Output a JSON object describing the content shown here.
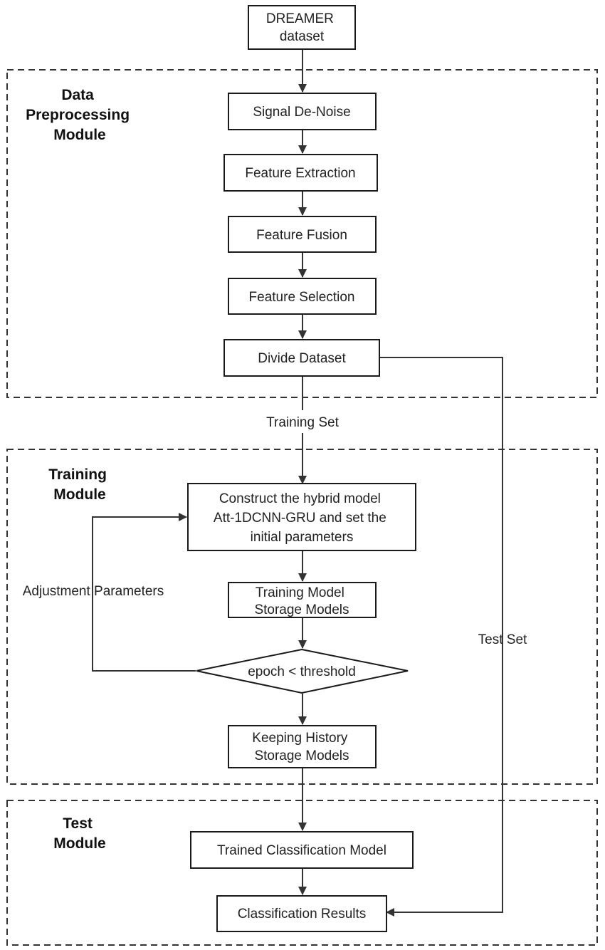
{
  "modules": {
    "preprocessing": [
      "Data",
      "Preprocessing",
      "Module"
    ],
    "training": [
      "Training",
      "Module"
    ],
    "test": [
      "Test",
      "Module"
    ]
  },
  "nodes": {
    "dataset": [
      "DREAMER",
      "dataset"
    ],
    "denoise": [
      "Signal De-Noise"
    ],
    "extraction": [
      "Feature Extraction"
    ],
    "fusion": [
      "Feature Fusion"
    ],
    "selection": [
      "Feature  Selection"
    ],
    "divide": [
      "Divide  Dataset"
    ],
    "construct": [
      "Construct the hybrid model",
      "Att-1DCNN-GRU and set the",
      "initial parameters"
    ],
    "train": [
      "Training Model",
      "Storage Models"
    ],
    "decision": [
      "epoch < threshold"
    ],
    "keep": [
      "Keeping History",
      "Storage Models"
    ],
    "trained": [
      "Trained Classification Model"
    ],
    "results": [
      "Classification Results"
    ]
  },
  "edges": {
    "training_set": "Training Set",
    "test_set": "Test Set",
    "adjustment": "Adjustment Parameters"
  }
}
